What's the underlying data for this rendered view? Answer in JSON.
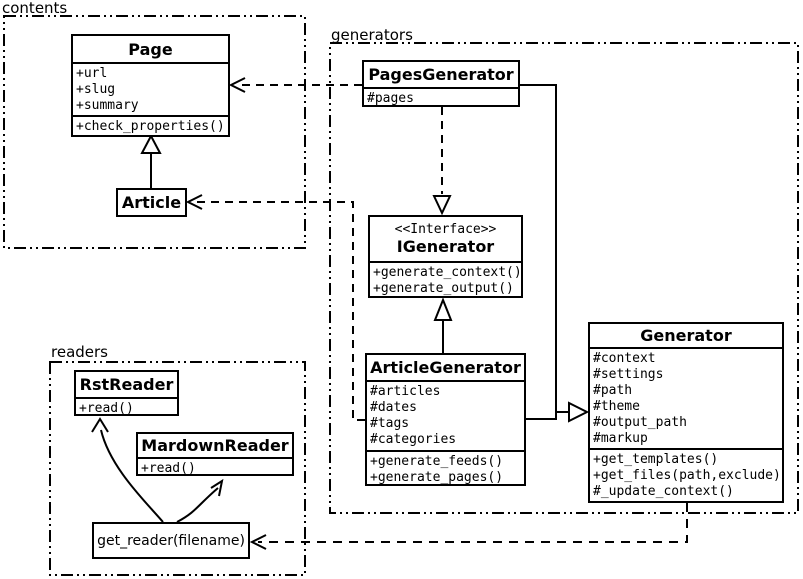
{
  "colors": {
    "line": "#000000",
    "background": "#ffffff",
    "box_fill": "#ffffff"
  },
  "packages": {
    "contents": {
      "label": "contents"
    },
    "generators": {
      "label": "generators"
    },
    "readers": {
      "label": "readers"
    }
  },
  "classes": {
    "page": {
      "title": "Page",
      "attributes": [
        "+url",
        "+slug",
        "+summary"
      ],
      "methods": [
        "+check_properties()"
      ]
    },
    "article": {
      "title": "Article"
    },
    "pages_generator": {
      "title": "PagesGenerator",
      "attributes": [
        "#pages"
      ]
    },
    "igenerator": {
      "stereotype": "<<Interface>>",
      "title": "IGenerator",
      "methods": [
        "+generate_context()",
        "+generate_output()"
      ]
    },
    "article_generator": {
      "title": "ArticleGenerator",
      "attributes": [
        "#articles",
        "#dates",
        "#tags",
        "#categories"
      ],
      "methods": [
        "+generate_feeds()",
        "+generate_pages()"
      ]
    },
    "generator": {
      "title": "Generator",
      "attributes": [
        "#context",
        "#settings",
        "#path",
        "#theme",
        "#output_path",
        "#markup"
      ],
      "methods": [
        "+get_templates()",
        "+get_files(path,exclude)",
        "#_update_context()"
      ]
    },
    "rst_reader": {
      "title": "RstReader",
      "methods": [
        "+read()"
      ]
    },
    "markdown_reader": {
      "title": "MardownReader",
      "methods": [
        "+read()"
      ]
    },
    "get_reader": {
      "label": "get_reader(filename)"
    }
  },
  "relationships": [
    {
      "from": "Article",
      "to": "Page",
      "type": "inheritance"
    },
    {
      "from": "PagesGenerator",
      "to": "Page",
      "type": "dependency"
    },
    {
      "from": "ArticleGenerator",
      "to": "Article",
      "type": "dependency"
    },
    {
      "from": "PagesGenerator",
      "to": "IGenerator",
      "type": "realization"
    },
    {
      "from": "ArticleGenerator",
      "to": "IGenerator",
      "type": "inheritance"
    },
    {
      "from": "PagesGenerator",
      "to": "Generator",
      "type": "inheritance"
    },
    {
      "from": "ArticleGenerator",
      "to": "Generator",
      "type": "inheritance"
    },
    {
      "from": "Generator",
      "to": "get_reader(filename)",
      "type": "dependency"
    },
    {
      "from": "get_reader(filename)",
      "to": "RstReader",
      "type": "call"
    },
    {
      "from": "get_reader(filename)",
      "to": "MardownReader",
      "type": "call"
    }
  ]
}
